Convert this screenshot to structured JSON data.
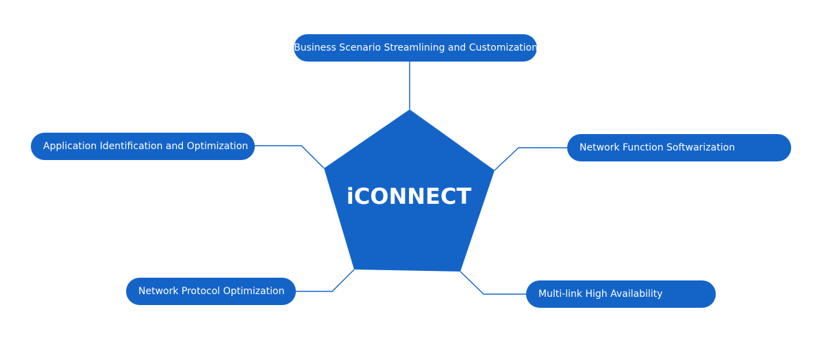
{
  "center": {
    "label": "iCONNECT"
  },
  "nodes": {
    "business": "Business Scenario Streamlining and Customization",
    "application": "Application Identification and Optimization",
    "network_function": "Network Function Softwarization",
    "protocol": "Network Protocol Optimization",
    "multilink": "Multi-link High Availability"
  },
  "colors": {
    "accent": "#1464c8",
    "text": "#ffffff",
    "connector": "#1464c8"
  }
}
